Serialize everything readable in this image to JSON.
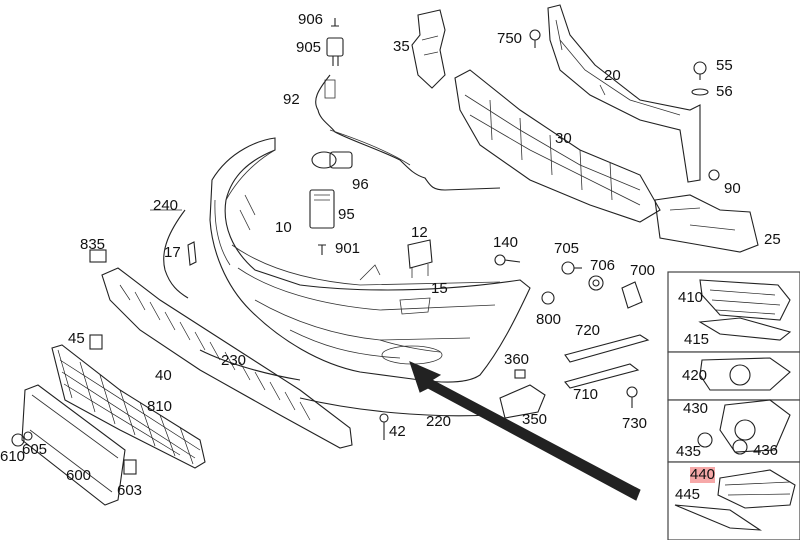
{
  "labels": [
    {
      "key": "906",
      "text": "906"
    },
    {
      "key": "905",
      "text": "905"
    },
    {
      "key": "92",
      "text": "92"
    },
    {
      "key": "96",
      "text": "96"
    },
    {
      "key": "95",
      "text": "95"
    },
    {
      "key": "10",
      "text": "10"
    },
    {
      "key": "901",
      "text": "901"
    },
    {
      "key": "35",
      "text": "35"
    },
    {
      "key": "750",
      "text": "750"
    },
    {
      "key": "20",
      "text": "20"
    },
    {
      "key": "55",
      "text": "55"
    },
    {
      "key": "56",
      "text": "56"
    },
    {
      "key": "30",
      "text": "30"
    },
    {
      "key": "90",
      "text": "90"
    },
    {
      "key": "25",
      "text": "25"
    },
    {
      "key": "240",
      "text": "240"
    },
    {
      "key": "17",
      "text": "17"
    },
    {
      "key": "835",
      "text": "835"
    },
    {
      "key": "12",
      "text": "12"
    },
    {
      "key": "15",
      "text": "15"
    },
    {
      "key": "140",
      "text": "140"
    },
    {
      "key": "705",
      "text": "705"
    },
    {
      "key": "706",
      "text": "706"
    },
    {
      "key": "700",
      "text": "700"
    },
    {
      "key": "800",
      "text": "800"
    },
    {
      "key": "720",
      "text": "720"
    },
    {
      "key": "45",
      "text": "45"
    },
    {
      "key": "40",
      "text": "40"
    },
    {
      "key": "230",
      "text": "230"
    },
    {
      "key": "360",
      "text": "360"
    },
    {
      "key": "710",
      "text": "710"
    },
    {
      "key": "810",
      "text": "810"
    },
    {
      "key": "350",
      "text": "350"
    },
    {
      "key": "730",
      "text": "730"
    },
    {
      "key": "42",
      "text": "42"
    },
    {
      "key": "220",
      "text": "220"
    },
    {
      "key": "610",
      "text": "610"
    },
    {
      "key": "605",
      "text": "605"
    },
    {
      "key": "600",
      "text": "600"
    },
    {
      "key": "603",
      "text": "603"
    },
    {
      "key": "410",
      "text": "410"
    },
    {
      "key": "415",
      "text": "415"
    },
    {
      "key": "420",
      "text": "420"
    },
    {
      "key": "430",
      "text": "430"
    },
    {
      "key": "435",
      "text": "435"
    },
    {
      "key": "436",
      "text": "436"
    },
    {
      "key": "440",
      "text": "440"
    },
    {
      "key": "445",
      "text": "445"
    }
  ],
  "highlight_color": "#f6a8a8"
}
